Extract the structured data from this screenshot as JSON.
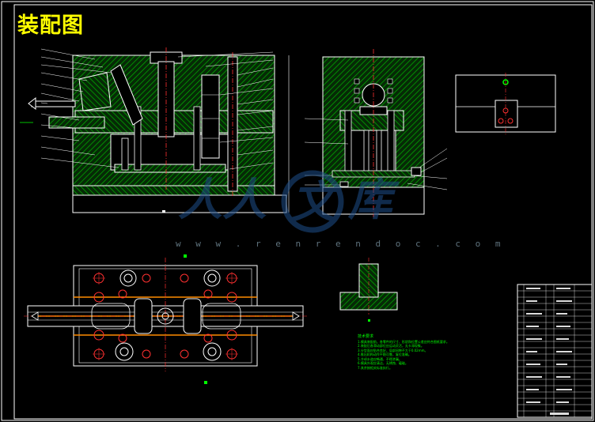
{
  "drawing": {
    "title": "装配图",
    "watermark_url": "w w w . r e n r e n d o c . c o m",
    "notes_heading": "技术要求",
    "notes": [
      "1.模具装配前，各零件的尺寸、形状和位置公差应符合图纸要求。",
      "2.装配后各滑动部位应运动灵活，无卡滞现象。",
      "3.分型面应贴合良好，局部间隙不大于0.02mm。",
      "4.推出机构动作平稳可靠，复位准确。",
      "5.冷却水道应畅通，不得渗漏。",
      "6.模具外观应清洁，无锈蚀、磕碰。",
      "7.其余按相关标准执行。"
    ]
  },
  "colors": {
    "background": "#000000",
    "outline": "#ffffff",
    "title": "#ffff00",
    "hatch": "#00b400",
    "centerline": "#ff3030",
    "notes": "#00ff00",
    "leader": "#ffffff"
  }
}
